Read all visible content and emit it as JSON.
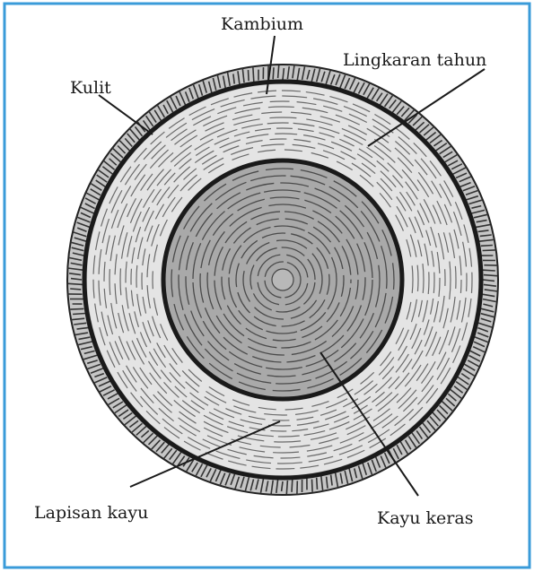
{
  "diagram": {
    "labels": {
      "kambium": "Kambium",
      "lingkaran_tahun": "Lingkaran tahun",
      "kulit": "Kulit",
      "lapisan_kayu": "Lapisan kayu",
      "kayu_keras": "Kayu keras"
    },
    "colors": {
      "border": "#3a9bd9",
      "bark": "#c9c9c9",
      "sapwood": "#e3e3e3",
      "heartwood": "#a8a8a8",
      "line": "#1a1a1a"
    }
  }
}
